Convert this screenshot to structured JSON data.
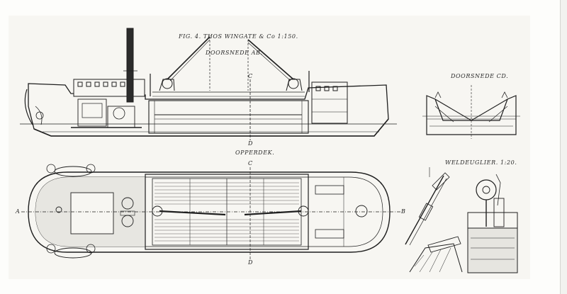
{
  "figure_title": "FIG. 4. THOS WINGATE & Co 1:150.",
  "section_ab_label": "DOORSNEDE AB.",
  "section_cd_label": "DOORSNEDE CD.",
  "plan_label": "OPPERDEK.",
  "detail_label": "WELDEUGLIER. 1:20.",
  "section_marks": {
    "a": "A",
    "b": "B",
    "c_top": "C",
    "c_mid": "C",
    "d_top": "D",
    "d_bottom": "D"
  },
  "colors": {
    "ink": "#1f1f1f",
    "paper": "#f7f6f2"
  }
}
